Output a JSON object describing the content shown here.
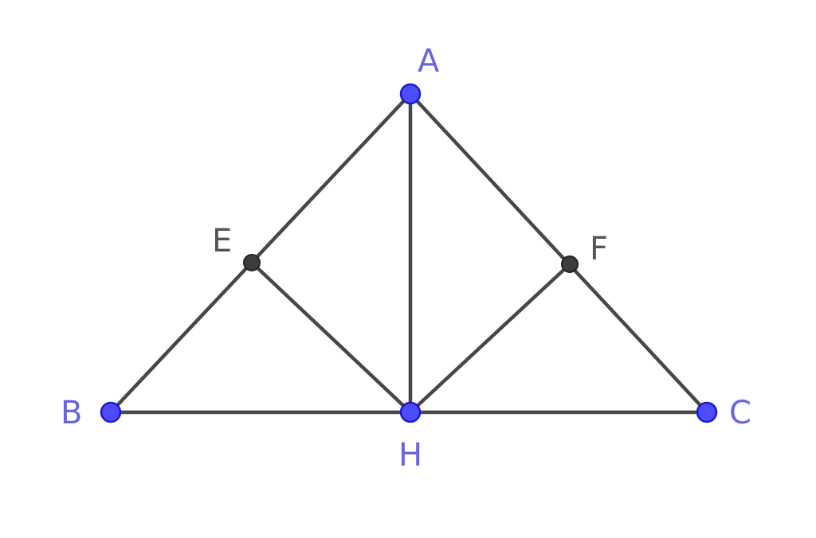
{
  "colors": {
    "segment": "#474747",
    "free_point_fill": "#4d4dff",
    "free_point_stroke": "#1a1acc",
    "free_label": "#6666dd",
    "dependent_point_fill": "#3d3d3d",
    "dependent_point_stroke": "#222222",
    "dependent_label": "#555555",
    "background": "#ffffff"
  },
  "points": {
    "A": {
      "label": "A",
      "kind": "free"
    },
    "B": {
      "label": "B",
      "kind": "free"
    },
    "C": {
      "label": "C",
      "kind": "free"
    },
    "H": {
      "label": "H",
      "kind": "free"
    },
    "E": {
      "label": "E",
      "kind": "dependent"
    },
    "F": {
      "label": "F",
      "kind": "dependent"
    }
  },
  "segments": [
    [
      "A",
      "B"
    ],
    [
      "A",
      "C"
    ],
    [
      "B",
      "C"
    ],
    [
      "A",
      "H"
    ],
    [
      "E",
      "H"
    ],
    [
      "F",
      "H"
    ]
  ]
}
